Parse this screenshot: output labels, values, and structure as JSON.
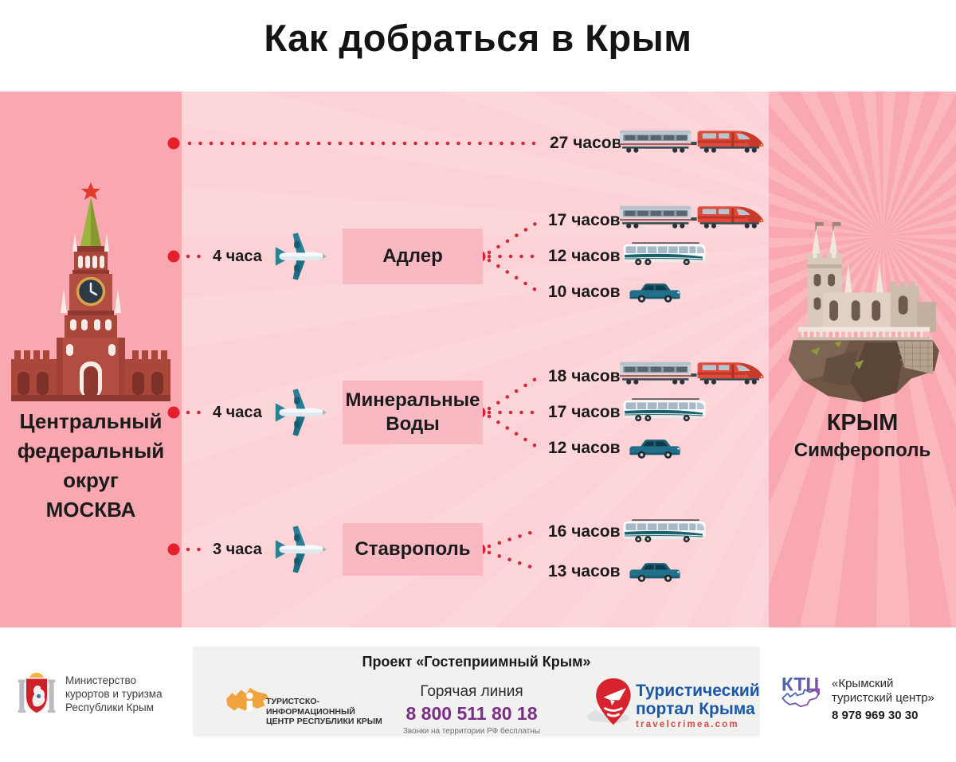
{
  "title": "Как добраться в Крым",
  "colors": {
    "accent_red": "#e41f2a",
    "dotted_line_red": "#d22b36",
    "left_panel_pink": "#f9a7b0",
    "center_panel_pink": "#fdd2d7",
    "hub_box_pink": "#f8b9c3",
    "hotline_purple": "#7b2d87",
    "portal_blue": "#1a57a6",
    "portal_red": "#d84848"
  },
  "origin": {
    "illustration": "kremlin-spasskaya-tower",
    "lines": [
      "Центральный",
      "федеральный",
      "округ",
      "МОСКВА"
    ]
  },
  "destination": {
    "illustration": "swallows-nest-castle",
    "region": "КРЫМ",
    "city": "Симферополь"
  },
  "direct_route": {
    "mode": "train",
    "duration": "27 часов"
  },
  "hub_routes": [
    {
      "city": "Адлер",
      "flight_mode": "plane",
      "flight_duration": "4 часа",
      "onward": [
        {
          "mode": "train",
          "duration": "17 часов"
        },
        {
          "mode": "bus",
          "duration": "12 часов"
        },
        {
          "mode": "car",
          "duration": "10 часов"
        }
      ]
    },
    {
      "city": "Минеральные Воды",
      "flight_mode": "plane",
      "flight_duration": "4 часа",
      "onward": [
        {
          "mode": "train",
          "duration": "18 часов"
        },
        {
          "mode": "bus",
          "duration": "17 часов"
        },
        {
          "mode": "car",
          "duration": "12 часов"
        }
      ]
    },
    {
      "city": "Ставрополь",
      "flight_mode": "plane",
      "flight_duration": "3 часа",
      "onward": [
        {
          "mode": "bus",
          "duration": "16 часов"
        },
        {
          "mode": "car",
          "duration": "13 часов"
        }
      ]
    }
  ],
  "footer": {
    "ministry": {
      "lines": [
        "Министерство",
        "курортов и туризма",
        "Республики Крым"
      ]
    },
    "project_panel": {
      "title": "Проект «Гостеприимный Крым»",
      "tic": {
        "lines": [
          "ТУРИСТСКО-",
          "ИНФОРМАЦИОННЫЙ",
          "ЦЕНТР РЕСПУБЛИКИ КРЫМ"
        ]
      },
      "hotline": {
        "label": "Горячая линия",
        "phone": "8 800 511 80 18",
        "note": "Звонки на территории РФ бесплатны"
      },
      "portal": {
        "lines": [
          "Туристический",
          "портал Крыма"
        ],
        "site": "travelcrimea.com"
      }
    },
    "ktc": {
      "abbr": "КТЦ",
      "lines": [
        "«Крымский",
        "туристский центр»"
      ],
      "phone": "8 978 969 30 30"
    }
  }
}
